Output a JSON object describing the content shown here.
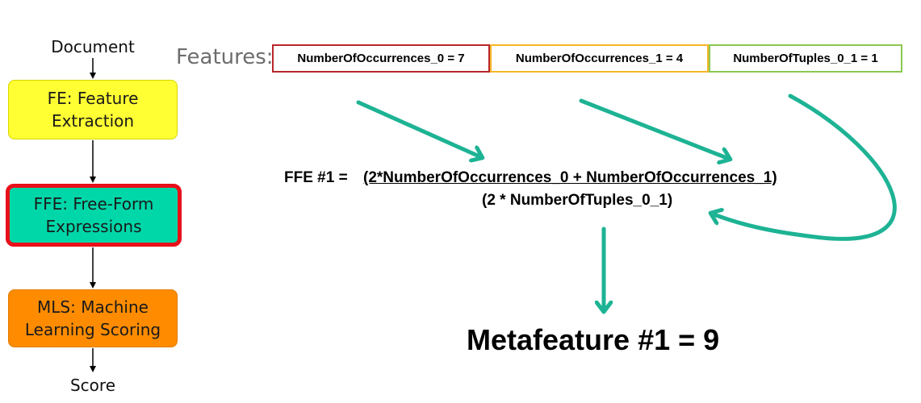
{
  "pipeline": {
    "input_label": "Document",
    "stages": [
      {
        "id": "fe",
        "label": "FE: Feature\nExtraction",
        "color": "#ffff33",
        "highlighted": false
      },
      {
        "id": "ffe",
        "label": "FFE: Free-Form\nExpressions",
        "color": "#00d7a9",
        "highlighted": true,
        "highlight_color": "#e8101a"
      },
      {
        "id": "mls",
        "label": "MLS: Machine\nLearning Scoring",
        "color": "#ff8c00",
        "highlighted": false
      }
    ],
    "output_label": "Score"
  },
  "features": {
    "label": "Features:",
    "boxes": [
      {
        "text": "NumberOfOccurrences_0 = 7",
        "border_color": "#b8262b"
      },
      {
        "text": "NumberOfOccurrences_1 = 4",
        "border_color": "#f5b628"
      },
      {
        "text": "NumberOfTuples_0_1 = 1",
        "border_color": "#8cc850"
      }
    ]
  },
  "formula": {
    "lhs": "FFE #1 =",
    "numerator": "(2*NumberOfOccurrences_0 + NumberOfOccurrences_1)",
    "denominator": "(2 * NumberOfTuples_0_1)"
  },
  "result": {
    "text": "Metafeature #1 = 9"
  },
  "colors": {
    "arrow": "#1db394"
  }
}
